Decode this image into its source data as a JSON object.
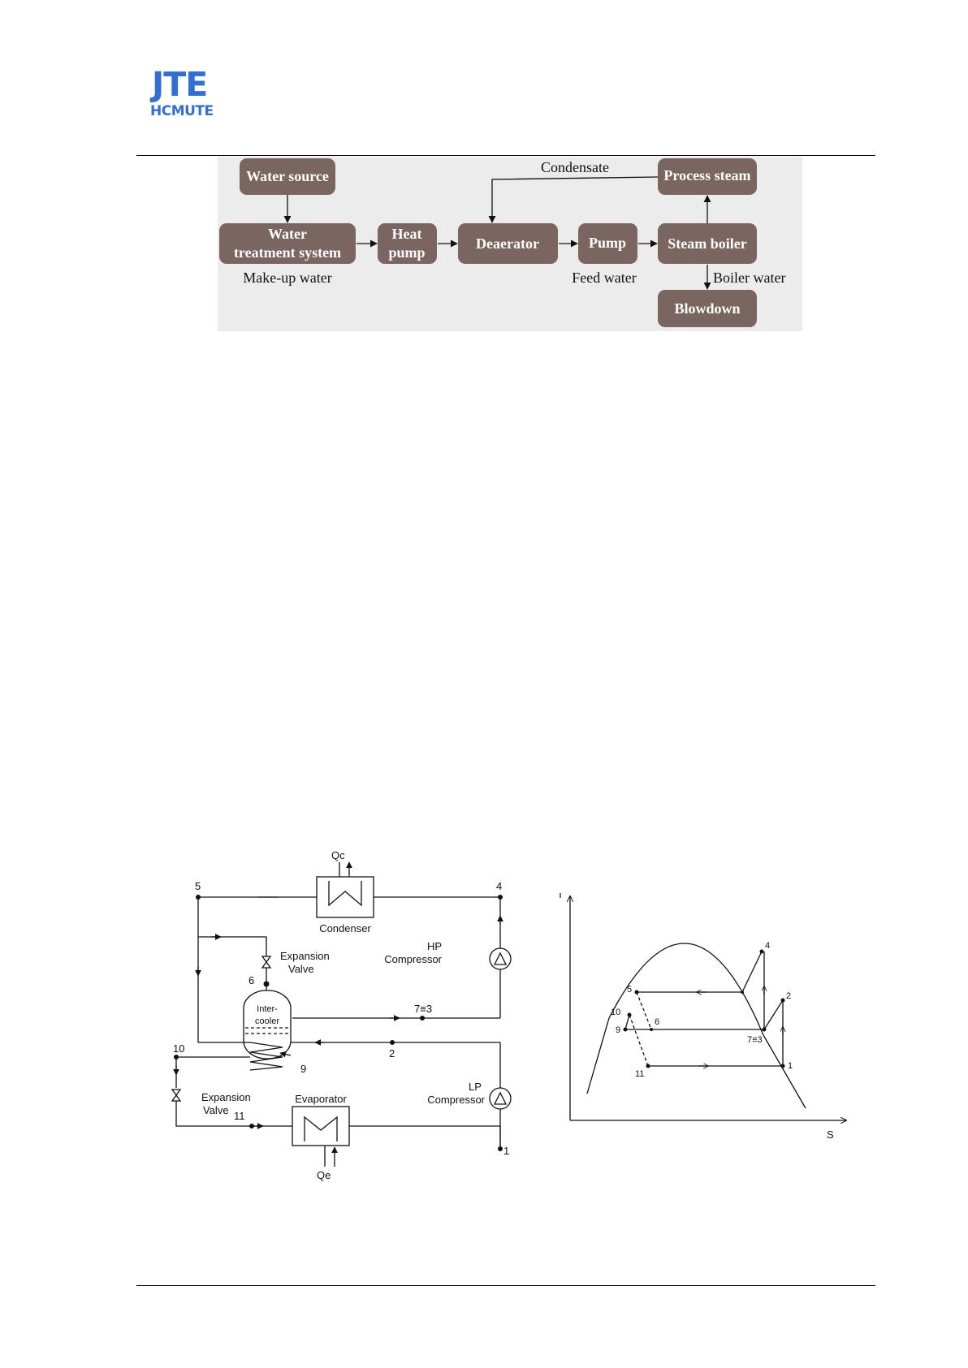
{
  "header": {
    "logo_main": "JTE",
    "logo_sub": "HCMUTE"
  },
  "flow_diagram": {
    "box_color": "#7a6561",
    "boxes": {
      "water_source": "Water source",
      "water_treatment_line1": "Water",
      "water_treatment_line2": "treatment system",
      "heat_pump_line1": "Heat",
      "heat_pump_line2": "pump",
      "deaerator": "Deaerator",
      "pump": "Pump",
      "steam_boiler": "Steam boiler",
      "process_steam": "Process steam",
      "blowdown": "Blowdown"
    },
    "labels": {
      "condensate": "Condensate",
      "makeup_water": "Make-up water",
      "feed_water": "Feed water",
      "boiler_water": "Boiler water"
    }
  },
  "cycle_schematic": {
    "qc": "Qc",
    "qe": "Qe",
    "condenser": "Condenser",
    "evaporator": "Evaporator",
    "expansion_line1": "Expansion",
    "expansion_line2": "Valve",
    "hp_line1": "HP",
    "hp_line2": "Compressor",
    "lp_line1": "LP",
    "lp_line2": "Compressor",
    "intercooler_line1": "Inter-",
    "intercooler_line2": "cooler",
    "points": {
      "p1": "1",
      "p2": "2",
      "p4": "4",
      "p5": "5",
      "p6": "6",
      "p73": "7≡3",
      "p9": "9",
      "p10": "10",
      "p11": "11"
    }
  },
  "ts_diagram": {
    "axis_t": "T",
    "axis_s": "S",
    "points": {
      "p1": "1",
      "p2": "2",
      "p4": "4",
      "p5": "5",
      "p6": "6",
      "p73": "7≡3",
      "p9": "9",
      "p10": "10",
      "p11": "11"
    }
  }
}
